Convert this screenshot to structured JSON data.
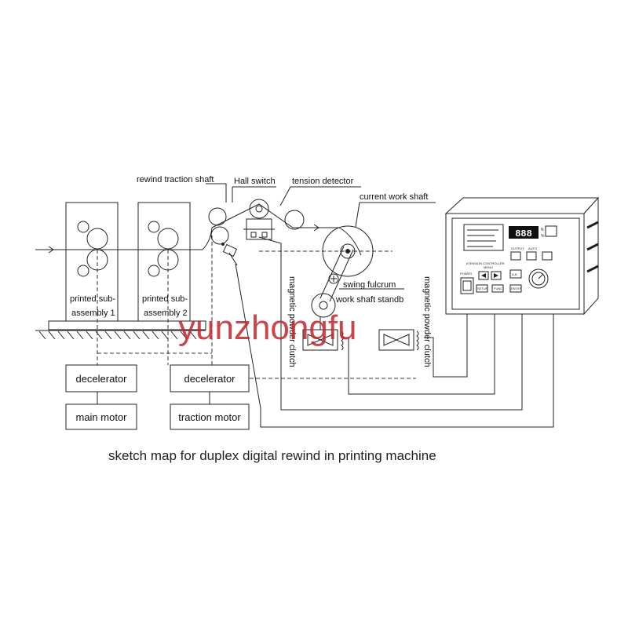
{
  "labels": {
    "rewind_traction_shaft": "rewind traction shaft",
    "hall_switch": "Hall switch",
    "tension_detector": "tension detector",
    "current_work_shaft": "current work shaft",
    "swing_fulcrum": "swing fulcrum",
    "work_shaft_standby": "work shaft standb",
    "magnetic_powder_clutch_1": "magnetic powder clutch",
    "magnetic_powder_clutch_2": "magnetic powder clutch",
    "printed_sub_assembly_1_line1": "printed sub-",
    "printed_sub_assembly_1_line2": "assembly 1",
    "printed_sub_assembly_2_line1": "printed sub-",
    "printed_sub_assembly_2_line2": "assembly 2",
    "decelerator_1": "decelerator",
    "decelerator_2": "decelerator",
    "main_motor": "main motor",
    "traction_motor": "traction motor",
    "controller_name": "#TENSION CONTROLLER",
    "display_digits": "888",
    "unit_n": "N",
    "unit_pct": "%",
    "output_label": "OUTPUT",
    "auto_label": "AUTO",
    "ab_label": "A-B",
    "power_label": "POWER",
    "menu_label": "MENU",
    "btn_1": "SETUP",
    "btn_2": "FUNC",
    "btn_3": "ENTER"
  },
  "caption": "sketch map for duplex digital rewind in printing machine",
  "watermark": "yunzhongfu",
  "colors": {
    "watermark": "#c2242b",
    "line": "#222222",
    "background": "#ffffff"
  }
}
